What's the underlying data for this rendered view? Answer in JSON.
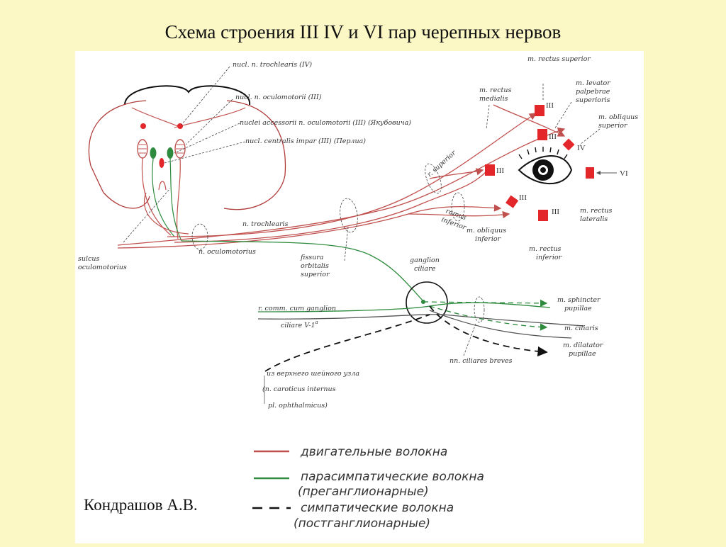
{
  "slide": {
    "title": "Схема строения III IV и VI пар черепных нервов",
    "author": "Кондрашов А.В."
  },
  "colors": {
    "background": "#fbf8c6",
    "motor": "#c0504d",
    "parasympathetic": "#2e8b3e",
    "sympathetic": "#111111",
    "muscle": "#e3262a"
  },
  "labels": {
    "nucl_trochlearis": "nucl. n. trochlearis (IV)",
    "nucl_oculomotorii": "nucl. n. oculomotorii (III)",
    "nuclei_accessorii": "nuclei accessorii n. oculomotorii (III) (Якубовича)",
    "nucl_centralis": "nucl. centralis impar (III) (Перлиа)",
    "n_trochlearis": "n. trochlearis",
    "n_oculomotorius": "n. oculomotorius",
    "sulcus": "sulcus",
    "oculomotorius": "oculomotorius",
    "fissura": "fissura",
    "orbitalis": "orbitalis",
    "superior_fissura": "superior",
    "r_superior": "r. superior",
    "ramus": "ramus",
    "inferior_ramus": "inferior",
    "ganglion": "ganglion",
    "ciliare": "ciliare",
    "r_comm_1": "r. comm. cum ganglion",
    "r_comm_2": "ciliare V-1",
    "r_comm_sup": "a",
    "nn_ciliares": "nn. ciliares breves",
    "symp_1": "из верхнего шейного узла",
    "symp_2": "(n. caroticus internus",
    "symp_3": "pl. ophthalmicus)",
    "m_rectus_superior": "m. rectus superior",
    "m_levator_1": "m. levator",
    "m_levator_2": "palpebrae",
    "m_levator_3": "superioris",
    "m_obliquus_sup_1": "m. obliquus",
    "m_obliquus_sup_2": "superior",
    "m_rectus_medialis_1": "m. rectus",
    "m_rectus_medialis_2": "medialis",
    "m_rectus_lateralis_1": "m. rectus",
    "m_rectus_lateralis_2": "lateralis",
    "m_obliquus_inf_1": "m. obliquus",
    "m_obliquus_inf_2": "inferior",
    "m_rectus_inferior_1": "m. rectus",
    "m_rectus_inferior_2": "inferior",
    "m_sphincter_1": "m. sphincter",
    "m_sphincter_2": "pupillae",
    "m_ciliaris": "m. ciliaris",
    "m_dilatator_1": "m. dilatator",
    "m_dilatator_2": "pupillae"
  },
  "roman": {
    "rectus_superior": "III",
    "levator": "III",
    "obliquus_superior": "IV",
    "rectus_medialis": "III",
    "rectus_lateralis": "VI",
    "obliquus_inferior": "III",
    "rectus_inferior": "III"
  },
  "legend": {
    "motor": "двигательные волокна",
    "parasympathetic_1": "парасимпатические волокна",
    "parasympathetic_2": "(преганглионарные)",
    "sympathetic_1": "симпатические волокна",
    "sympathetic_2": "(постганглионарные)"
  }
}
